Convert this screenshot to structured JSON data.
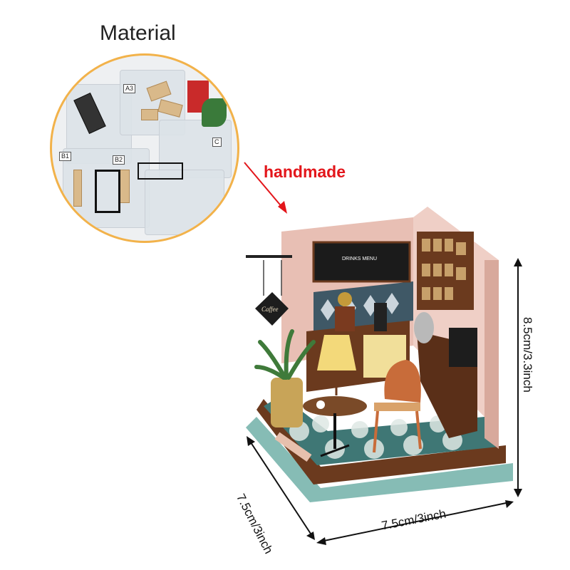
{
  "material_title": "Material",
  "handmade_label": "handmade",
  "dimensions": {
    "height": "8.5cm/3.3inch",
    "width": "7.5cm/3inch",
    "depth": "7.5cm/3inch"
  },
  "material_tags": [
    "A3",
    "B1",
    "B2",
    "C"
  ],
  "diorama_signs": {
    "cafe_sign": "Caffee",
    "menu_board": "DRINKS MENU"
  },
  "colors": {
    "arrow_red": "#e3161b",
    "circle_border": "#f2b24a",
    "wall_pink": "#e8bfb4",
    "floor_teal": "#7fb3ad",
    "wood_brown": "#6b3a1e"
  }
}
